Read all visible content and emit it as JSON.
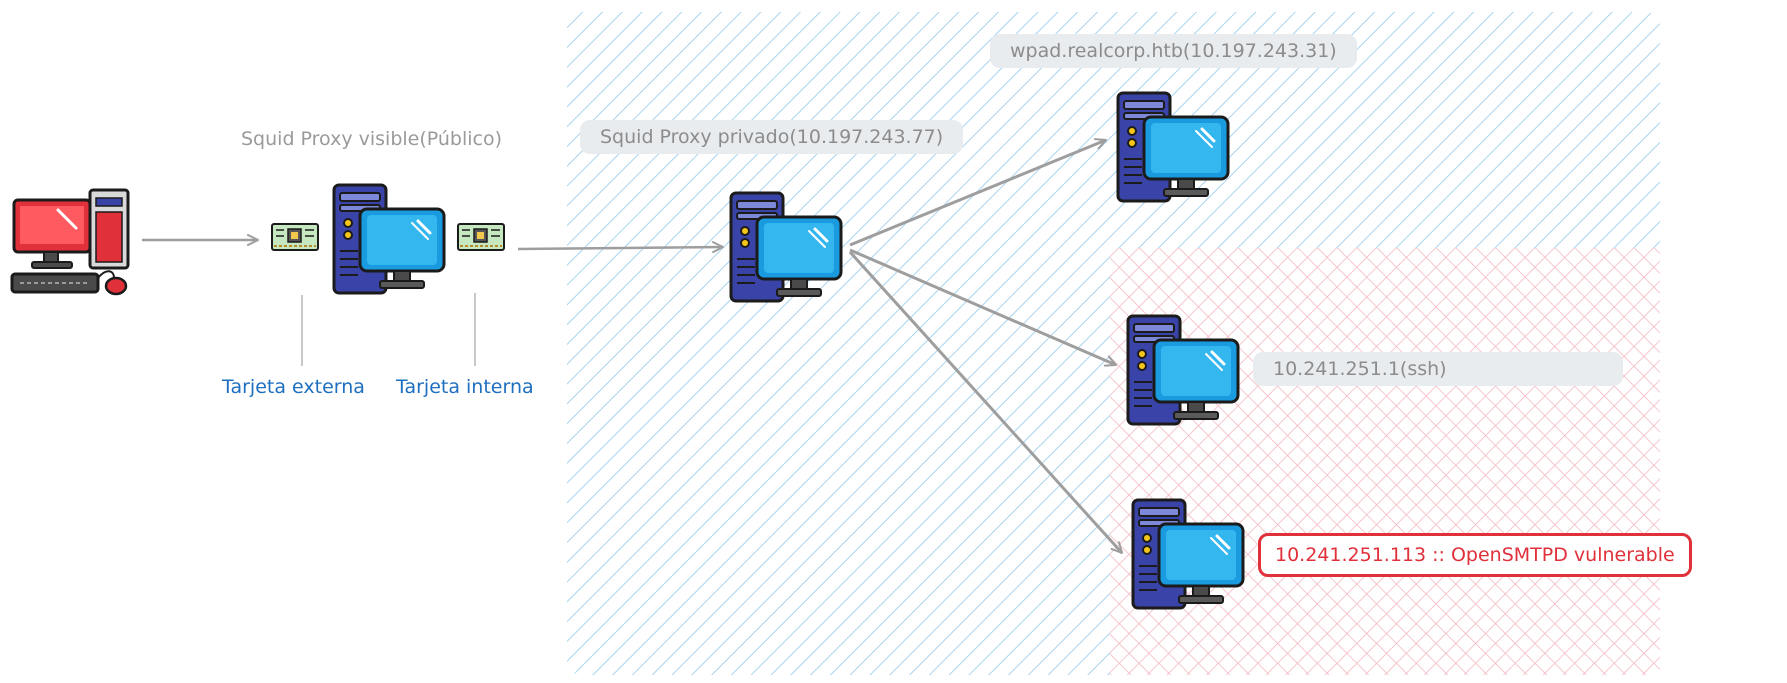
{
  "labels": {
    "public_proxy": "Squid Proxy visible(Público)",
    "private_proxy": "Squid Proxy privado(10.197.243.77)",
    "wpad": "wpad.realcorp.htb(10.197.243.31)",
    "ssh_host": "10.241.251.1(ssh)",
    "smtp_host": "10.241.251.113 :: OpenSMTPD vulnerable",
    "external_card": "Tarjeta externa",
    "internal_card": "Tarjeta interna"
  },
  "colors": {
    "blue_zone_hatch": "#a8d4f0",
    "red_zone_hatch": "#f4b9c1",
    "arrow": "#9e9e9e",
    "connector": "#c8c8c8",
    "card_label": "#1e6fbf",
    "vulnerable": "#e0313b",
    "server_body": "#3a44a8",
    "monitor_screen": "#1a9bdf"
  },
  "icons": {
    "attacker": "desktop-workstation-icon",
    "server": "server-with-monitor-icon",
    "network_card": "network-card-icon"
  }
}
